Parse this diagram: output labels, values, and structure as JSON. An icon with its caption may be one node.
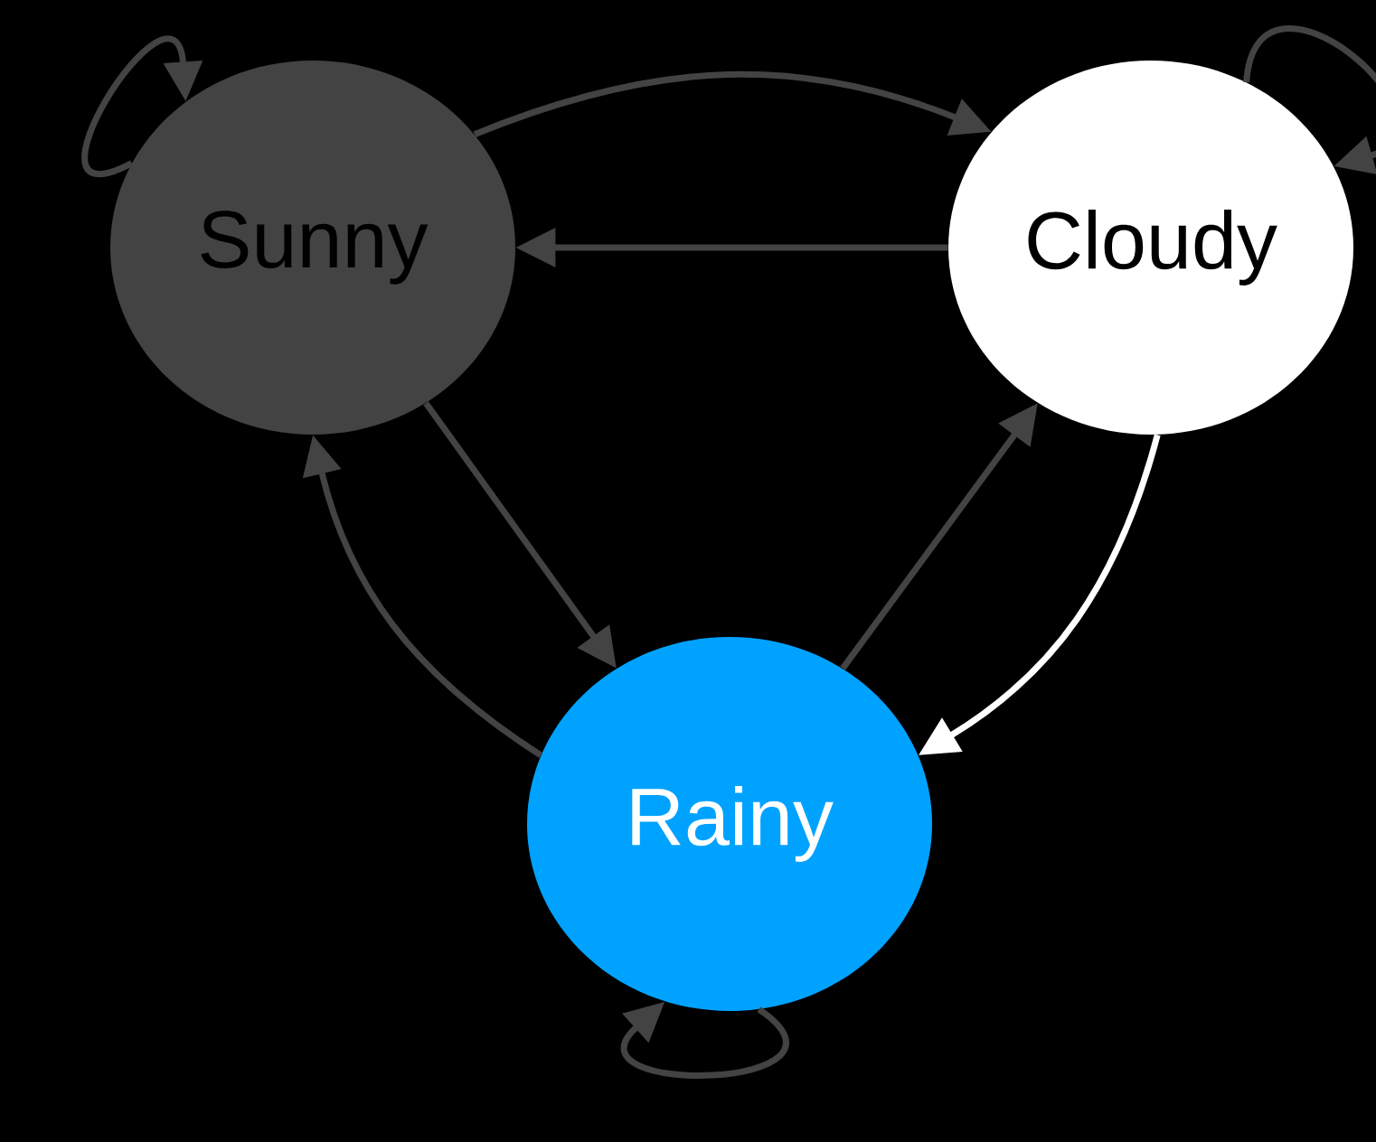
{
  "diagram": {
    "nodes": [
      {
        "text": [
          "Sunny"
        ]
      },
      {
        "text": [
          "Cloudy"
        ]
      },
      {
        "text": [
          "Rainy"
        ]
      }
    ],
    "edges": [
      {
        "from": 0,
        "to": 0,
        "arrow": "to"
      },
      {
        "from": 0,
        "to": 1,
        "arrow": "to"
      },
      {
        "from": 1,
        "to": 0,
        "arrow": "to"
      },
      {
        "from": 1,
        "to": 1,
        "arrow": "to"
      },
      {
        "from": 0,
        "to": 2,
        "arrow": "to"
      },
      {
        "from": 2,
        "to": 1,
        "arrow": "to"
      },
      {
        "from": 1,
        "to": 2,
        "arrow": "to",
        "color": "#ffffff"
      },
      {
        "from": 2,
        "to": 0,
        "arrow": "to"
      },
      {
        "from": 2,
        "to": 2,
        "arrow": "to"
      }
    ]
  }
}
